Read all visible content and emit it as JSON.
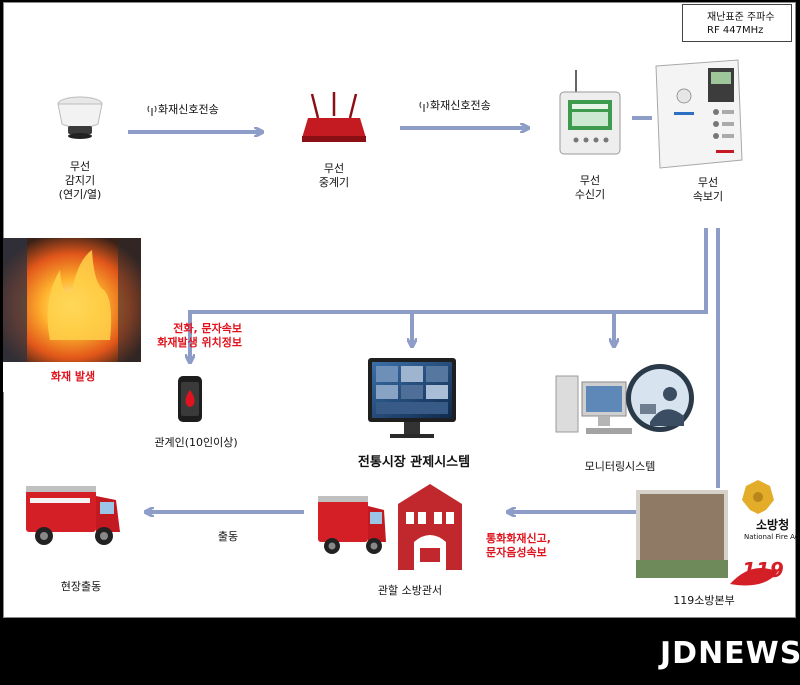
{
  "frequency": {
    "line1": "재난표준 주파수",
    "line2": "RF 447MHz"
  },
  "devices": {
    "detector": {
      "line1": "무선",
      "line2": "감지기",
      "line3": "(연기/열)"
    },
    "repeater": {
      "line1": "무선",
      "line2": "중계기"
    },
    "receiver": {
      "line1": "무선",
      "line2": "수신기"
    },
    "alarm": {
      "line1": "무선",
      "line2": "속보기"
    }
  },
  "transmission": {
    "label1": "화재신호전송",
    "label2": "화재신호전송"
  },
  "fire": {
    "label": "화재 발생"
  },
  "notify": {
    "line1": "전화, 문자속보",
    "line2": "화재발생 위치정보"
  },
  "stakeholder": {
    "label": "관계인(10인이상)"
  },
  "control": {
    "label": "전통시장 관제시스템"
  },
  "monitoring": {
    "label": "모니터링시스템"
  },
  "hq": {
    "label": "119소방본부",
    "agency": "소방청",
    "agency_en": "National Fire Agency",
    "emergency": "119"
  },
  "report": {
    "line1": "통화화재신고,",
    "line2": "문자음성속보"
  },
  "station": {
    "label": "관할 소방관서"
  },
  "dispatch": {
    "label": "출동"
  },
  "site": {
    "label": "현장출동"
  },
  "brand": {
    "name": "JDNEWS"
  },
  "colors": {
    "arrow": "#8e9cc8",
    "alert": "#e0141e",
    "truck": "#d41f26",
    "background": "#ffffff",
    "footer": "#000000"
  }
}
